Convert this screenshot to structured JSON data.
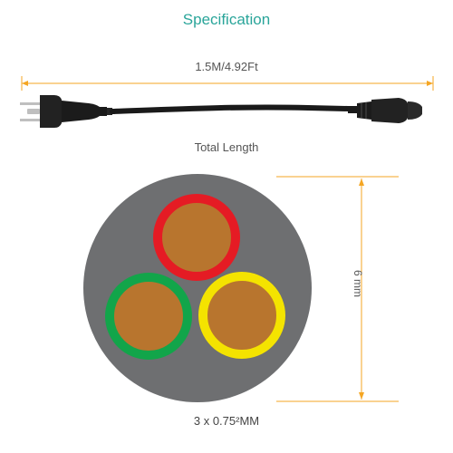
{
  "spec": {
    "title": "Specification",
    "length_text": "1.5M/4.92Ft",
    "total_length_text": "Total Length",
    "diameter_text": "6 mm",
    "cross_section_text": "3 x 0.75²MM"
  },
  "colors": {
    "accent": "#2aa59a",
    "dimension_line": "#f5a623",
    "jacket": "#6e6f71",
    "copper": "#b8752e",
    "wire_red": "#e51b24",
    "wire_green": "#12a54a",
    "wire_yellow": "#f4e300",
    "cable": "#1a1a1a"
  },
  "icons": {
    "plug": "nema-5-15p-plug-icon",
    "connector": "iec-c5-connector-icon"
  }
}
